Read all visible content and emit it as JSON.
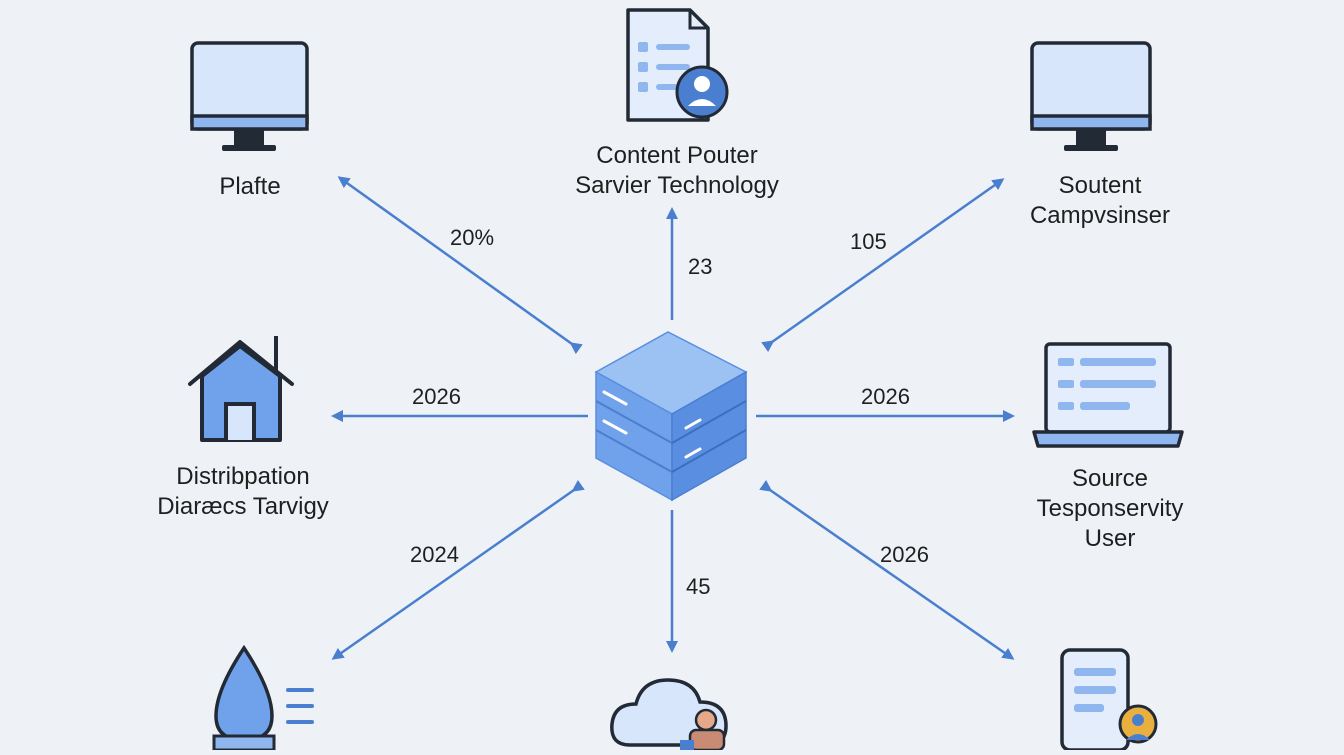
{
  "colors": {
    "background": "#eef2f7",
    "accent": "#4a7fd0",
    "icon_fill": "#d7e6fb",
    "icon_stroke": "#222a36",
    "hub_top": "#9cc2f4",
    "hub_left": "#6fa2ea",
    "hub_right": "#5a8ee0",
    "arrow": "#4a7fd0"
  },
  "hub": {
    "icon": "server-cube-icon"
  },
  "nodes": [
    {
      "id": "top-left",
      "icon": "monitor-icon",
      "label_lines": [
        "Plafte"
      ]
    },
    {
      "id": "top-center",
      "icon": "document-user-icon",
      "label_lines": [
        "Content Pouter",
        "Sarvier Technology"
      ]
    },
    {
      "id": "top-right",
      "icon": "monitor-icon",
      "label_lines": [
        "Soutent",
        "Campvsinser"
      ]
    },
    {
      "id": "middle-left",
      "icon": "house-icon",
      "label_lines": [
        "Distribpation",
        "Diaræcs Tarvigy"
      ]
    },
    {
      "id": "middle-right",
      "icon": "laptop-icon",
      "label_lines": [
        "Source",
        "Tesponservity",
        "User"
      ]
    },
    {
      "id": "bottom-left",
      "icon": "water-drop-list-icon",
      "label_lines": []
    },
    {
      "id": "bottom-center",
      "icon": "cloud-user-icon",
      "label_lines": []
    },
    {
      "id": "bottom-right",
      "icon": "phone-user-icon",
      "label_lines": []
    }
  ],
  "edges": [
    {
      "to": "top-left",
      "label": "20%"
    },
    {
      "to": "top-center",
      "label": "23"
    },
    {
      "to": "top-right",
      "label": "105"
    },
    {
      "to": "middle-left",
      "label": "2026"
    },
    {
      "to": "middle-right",
      "label": "2026"
    },
    {
      "to": "bottom-left",
      "label": "2024"
    },
    {
      "to": "bottom-center",
      "label": "45"
    },
    {
      "to": "bottom-right",
      "label": "2026"
    }
  ]
}
